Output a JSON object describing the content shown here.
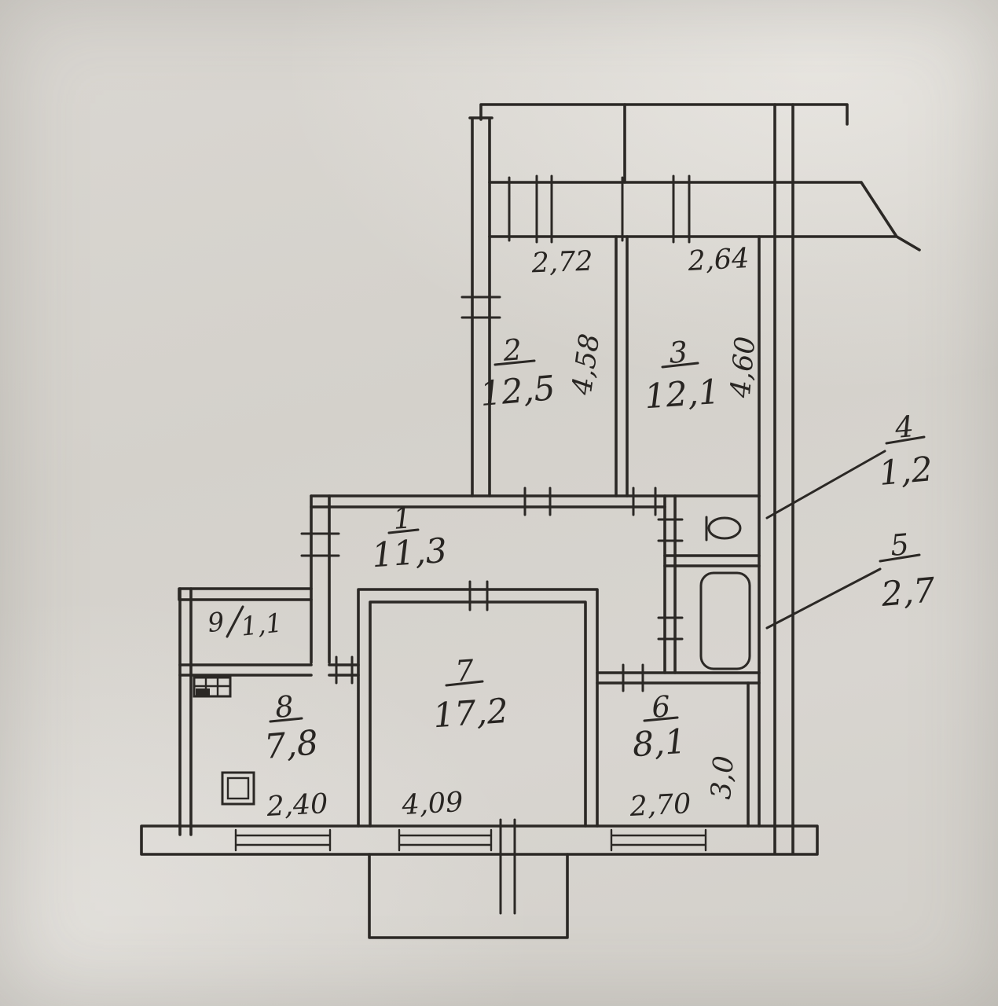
{
  "plan": {
    "title": "apartment-floor-plan-scan",
    "rooms": [
      {
        "number": "1",
        "area": "11,3"
      },
      {
        "number": "2",
        "area": "12,5"
      },
      {
        "number": "3",
        "area": "12,1"
      },
      {
        "number": "4",
        "area": "1,2"
      },
      {
        "number": "5",
        "area": "2,7"
      },
      {
        "number": "6",
        "area": "8,1"
      },
      {
        "number": "7",
        "area": "17,2"
      },
      {
        "number": "8",
        "area": "7,8"
      },
      {
        "number": "9",
        "area": "1,1"
      }
    ],
    "dimensions": {
      "room2_width": "2,72",
      "room3_width": "2,64",
      "room2_depth": "4,58",
      "room3_depth": "4,60",
      "room8_width": "2,40",
      "room7_width": "4,09",
      "room6_width": "2,70",
      "room6_depth": "3,0"
    },
    "ink": "#2b2825",
    "paper": "#d7d4cf"
  }
}
